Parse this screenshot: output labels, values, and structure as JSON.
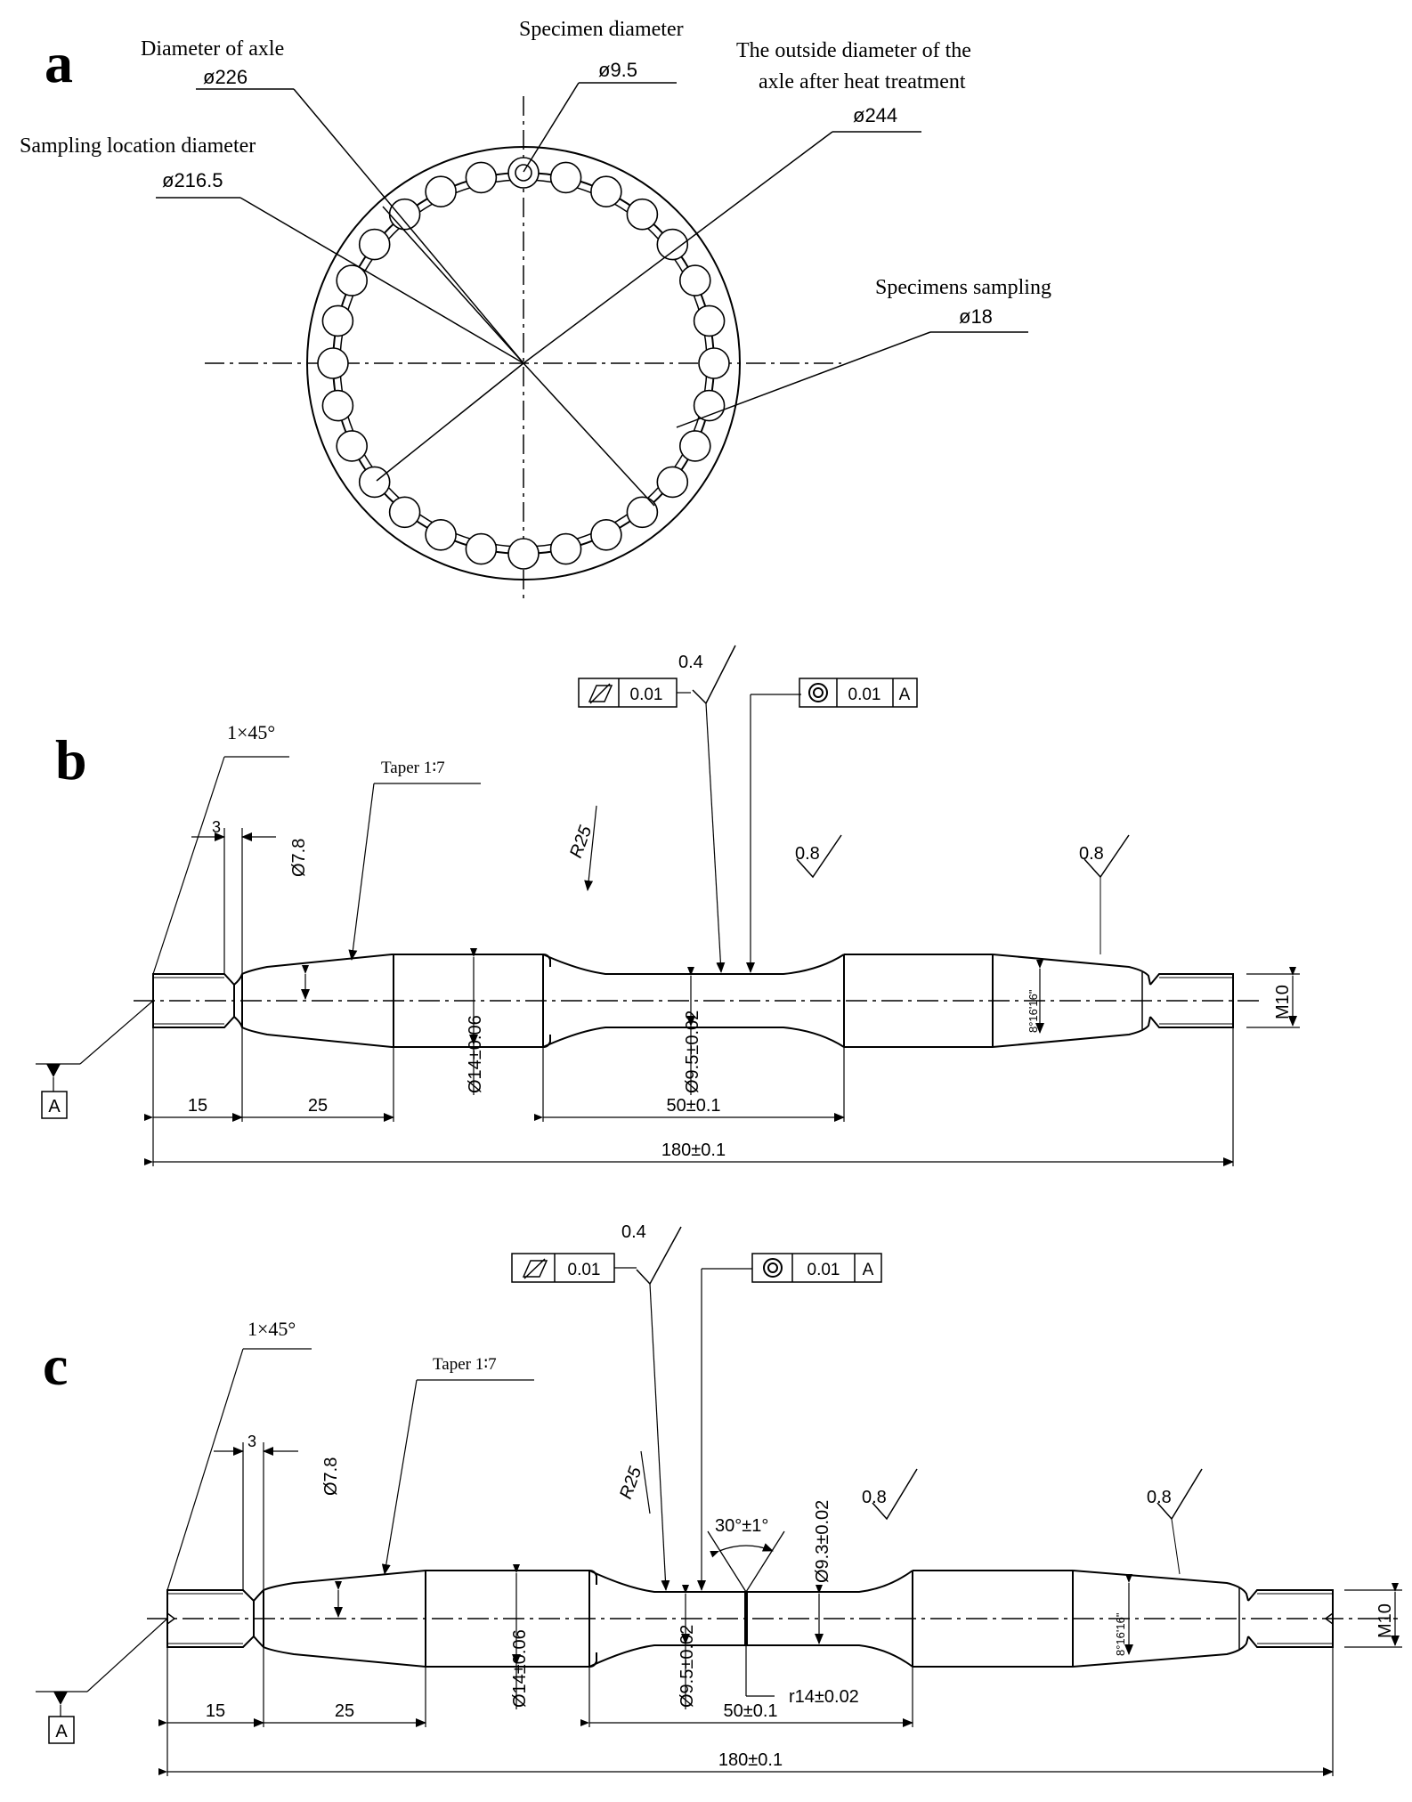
{
  "panel_a": {
    "letter": "a",
    "labels": {
      "axle_diameter_title": "Diameter of axle",
      "axle_diameter_value": "ø226",
      "specimen_diameter_title": "Specimen diameter",
      "specimen_diameter_value": "ø9.5",
      "outside_diameter_title_1": "The outside diameter of the",
      "outside_diameter_title_2": "axle after heat treatment",
      "outside_diameter_value": "ø244",
      "sampling_location_title": "Sampling location diameter",
      "sampling_location_value": "ø216.5",
      "specimens_sampling_title": "Specimens sampling",
      "specimens_sampling_value": "ø18"
    }
  },
  "panel_b": {
    "letter": "b",
    "chamfer": "1×45°",
    "taper": "Taper 1∶7",
    "radius": "R25",
    "roughness_left": "0.4",
    "roughness_mid": "0.8",
    "roughness_right": "0.8",
    "flatness_tol": "0.01",
    "concentric_tol": "0.01",
    "datum": "A",
    "dim_3": "3",
    "dim_78": "Ø7.8",
    "dim_14": "Ø14±0.06",
    "dim_95": "Ø9.5±0.02",
    "dim_angle": "8°16'16\"",
    "dim_m10": "M10",
    "dim_15": "15",
    "dim_25": "25",
    "dim_50": "50±0.1",
    "dim_180": "180±0.1",
    "datum_box": "A"
  },
  "panel_c": {
    "letter": "c",
    "chamfer": "1×45°",
    "taper": "Taper 1∶7",
    "radius": "R25",
    "roughness_left": "0.4",
    "roughness_mid": "0.8",
    "roughness_right": "0.8",
    "flatness_tol": "0.01",
    "concentric_tol": "0.01",
    "datum": "A",
    "dim_3": "3",
    "dim_78": "Ø7.8",
    "dim_14": "Ø14±0.06",
    "dim_95": "Ø9.5±0.02",
    "dim_93": "Ø9.3±0.02",
    "notch_angle": "30°±1°",
    "notch_radius": "r14±0.02",
    "dim_angle": "8°16'16\"",
    "dim_m10": "M10",
    "dim_15": "15",
    "dim_25": "25",
    "dim_50": "50±0.1",
    "dim_180": "180±0.1",
    "datum_box": "A"
  }
}
